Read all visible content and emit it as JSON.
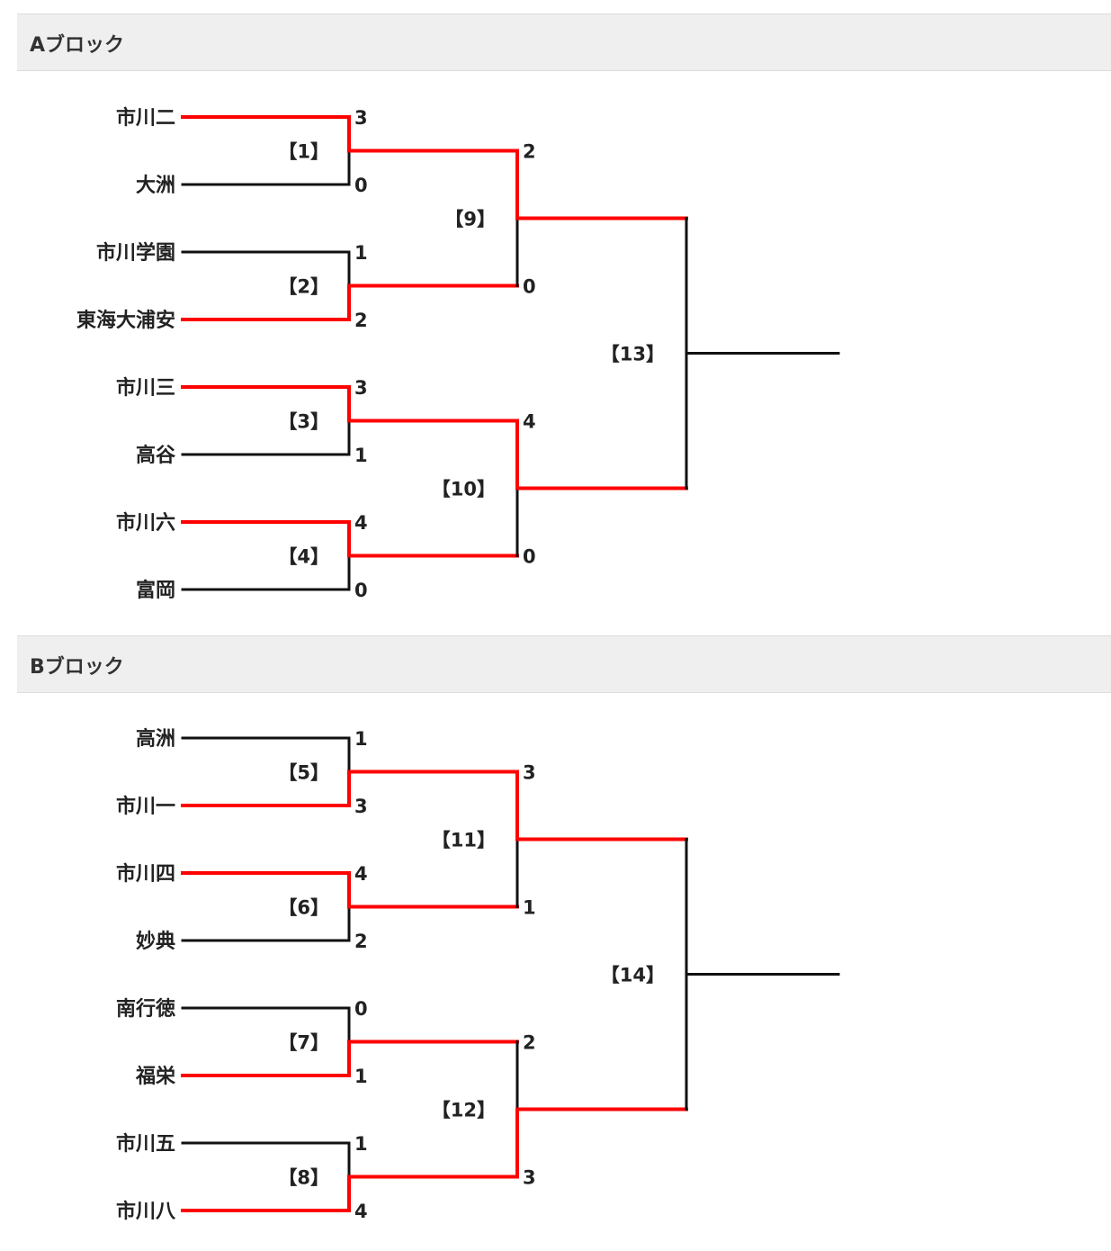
{
  "colors": {
    "winner": "#ff0000",
    "loser": "#111111"
  },
  "blocks": [
    {
      "title": "Aブロック",
      "teams": [
        "市川二",
        "大洲",
        "市川学園",
        "東海大浦安",
        "市川三",
        "高谷",
        "市川六",
        "富岡"
      ],
      "round1": [
        {
          "label": "【1】",
          "scores": [
            "3",
            "0"
          ],
          "winner": 0
        },
        {
          "label": "【2】",
          "scores": [
            "1",
            "2"
          ],
          "winner": 1
        },
        {
          "label": "【3】",
          "scores": [
            "3",
            "1"
          ],
          "winner": 0
        },
        {
          "label": "【4】",
          "scores": [
            "4",
            "0"
          ],
          "winner": 0
        }
      ],
      "round2": [
        {
          "label": "【9】",
          "scores": [
            "2",
            "0"
          ],
          "winner": 0
        },
        {
          "label": "【10】",
          "scores": [
            "4",
            "0"
          ],
          "winner": 0
        }
      ],
      "final": {
        "label": "【13】"
      }
    },
    {
      "title": "Bブロック",
      "teams": [
        "高洲",
        "市川一",
        "市川四",
        "妙典",
        "南行徳",
        "福栄",
        "市川五",
        "市川八"
      ],
      "round1": [
        {
          "label": "【5】",
          "scores": [
            "1",
            "3"
          ],
          "winner": 1
        },
        {
          "label": "【6】",
          "scores": [
            "4",
            "2"
          ],
          "winner": 0
        },
        {
          "label": "【7】",
          "scores": [
            "0",
            "1"
          ],
          "winner": 1
        },
        {
          "label": "【8】",
          "scores": [
            "1",
            "4"
          ],
          "winner": 1
        }
      ],
      "round2": [
        {
          "label": "【11】",
          "scores": [
            "3",
            "1"
          ],
          "winner": 0
        },
        {
          "label": "【12】",
          "scores": [
            "2",
            "3"
          ],
          "winner": 1
        }
      ],
      "final": {
        "label": "【14】"
      }
    }
  ]
}
